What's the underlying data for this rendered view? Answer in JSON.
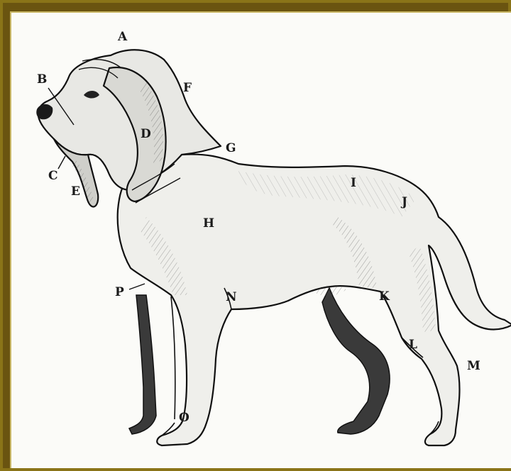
{
  "colors": {
    "frame": "#6e5a10",
    "background": "#fbfbf8",
    "ink": "#1a1a1a"
  },
  "labels": {
    "A": "A",
    "B": "B",
    "C": "C",
    "D": "D",
    "E": "E",
    "F": "F",
    "G": "G",
    "H": "H",
    "I": "I",
    "J": "J",
    "K": "K",
    "L": "L",
    "M": "M",
    "N": "N",
    "O": "O",
    "P": "P"
  }
}
